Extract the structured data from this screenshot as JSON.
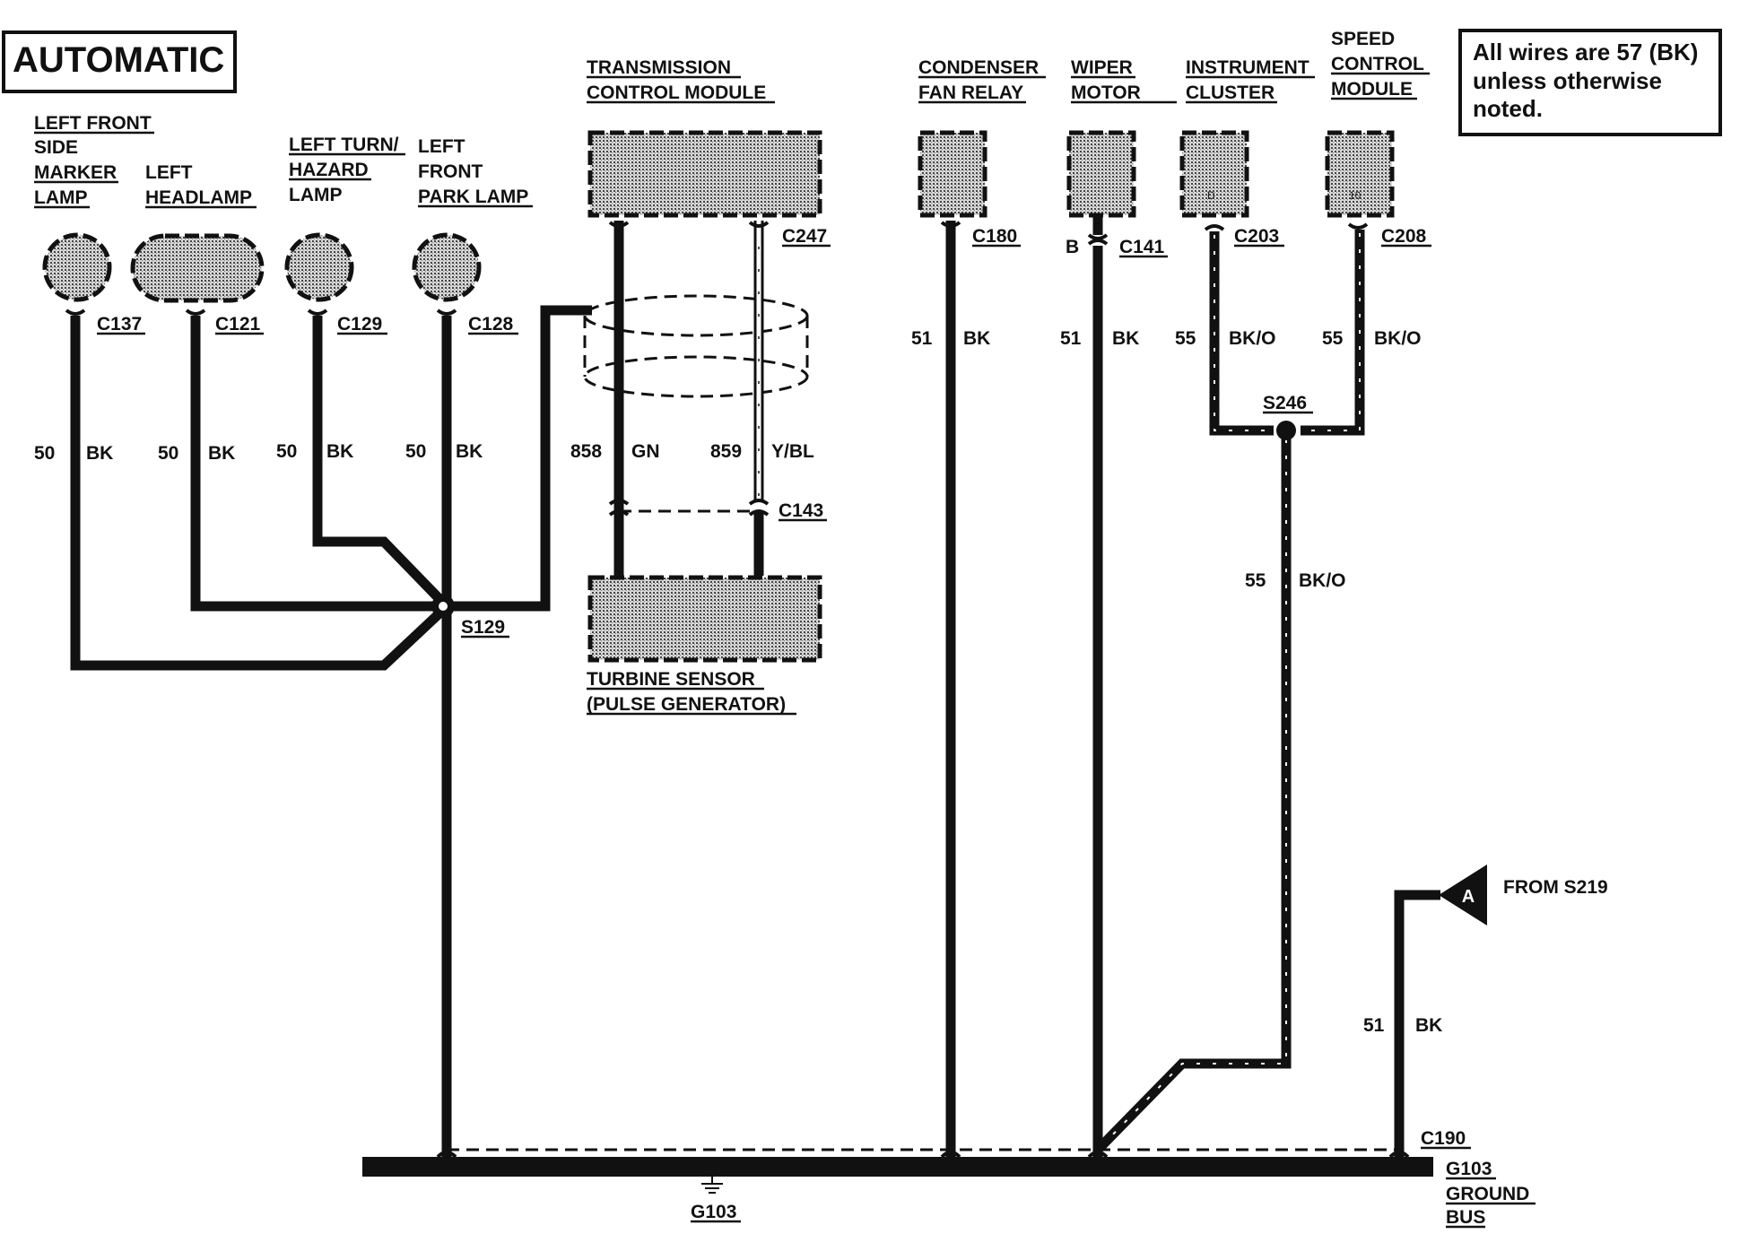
{
  "title": "AUTOMATIC",
  "note": {
    "lines": [
      "All wires are 57 (BK)",
      "unless otherwise",
      "noted."
    ]
  },
  "components": {
    "lf_side_marker": [
      "LEFT FRONT",
      "SIDE",
      "MARKER",
      "LAMP"
    ],
    "left_headlamp": [
      "LEFT",
      "HEADLAMP"
    ],
    "left_turn_hazard": [
      "LEFT TURN/",
      "HAZARD",
      "LAMP"
    ],
    "lf_park_lamp": [
      "LEFT",
      "FRONT",
      "PARK LAMP"
    ],
    "tcm": [
      "TRANSMISSION",
      "CONTROL MODULE"
    ],
    "turbine_sensor": [
      "TURBINE SENSOR",
      "(PULSE GENERATOR)"
    ],
    "condenser_fan_relay": [
      "CONDENSER",
      "FAN RELAY"
    ],
    "wiper_motor": [
      "WIPER",
      "MOTOR"
    ],
    "instrument_cluster": [
      "INSTRUMENT",
      "CLUSTER"
    ],
    "speed_control_module": [
      "SPEED",
      "CONTROL",
      "MODULE"
    ]
  },
  "connectors": {
    "c137": "C137",
    "c121": "C121",
    "c129": "C129",
    "c128": "C128",
    "c247": "C247",
    "c143": "C143",
    "c180": "C180",
    "c141": "C141",
    "c203": "C203",
    "c208": "C208",
    "c190": "C190"
  },
  "splices": {
    "s129": "S129",
    "s246": "S246"
  },
  "pins": {
    "wiper_b": "B",
    "cluster_pin": "D",
    "speed_pin": "10"
  },
  "wires": {
    "w_side_marker": {
      "circuit": "50",
      "color": "BK"
    },
    "w_headlamp": {
      "circuit": "50",
      "color": "BK"
    },
    "w_turn": {
      "circuit": "50",
      "color": "BK"
    },
    "w_park": {
      "circuit": "50",
      "color": "BK"
    },
    "w_858": {
      "circuit": "858",
      "color": "GN"
    },
    "w_859": {
      "circuit": "859",
      "color": "Y/BL"
    },
    "w_condenser": {
      "circuit": "51",
      "color": "BK"
    },
    "w_wiper": {
      "circuit": "51",
      "color": "BK"
    },
    "w_cluster": {
      "circuit": "55",
      "color": "BK/O"
    },
    "w_speed": {
      "circuit": "55",
      "color": "BK/O"
    },
    "w_s246_down": {
      "circuit": "55",
      "color": "BK/O"
    },
    "w_from_s219": {
      "circuit": "51",
      "color": "BK"
    }
  },
  "offpage": {
    "letter": "A",
    "label": "FROM S219"
  },
  "ground": {
    "g103": "G103",
    "bus": [
      "G103",
      "GROUND",
      "BUS"
    ]
  }
}
